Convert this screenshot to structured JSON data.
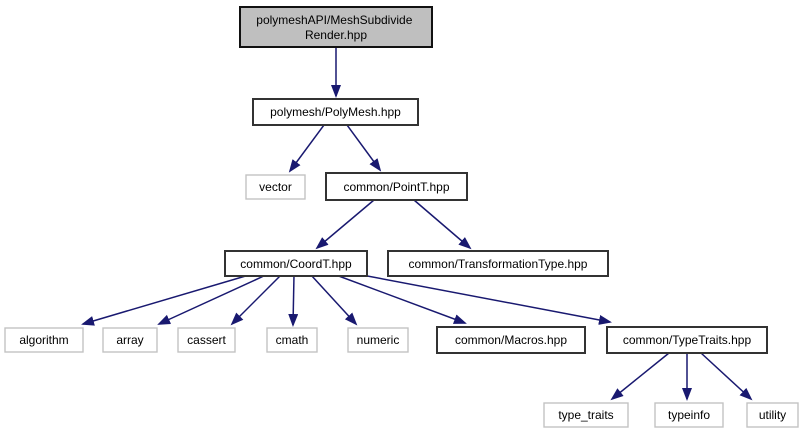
{
  "diagram": {
    "type": "include-dependency-graph",
    "colors": {
      "arrow": "#191970",
      "main_fill": "#bfbfbf",
      "main_border": "#111111",
      "dark_border": "#333333",
      "light_border": "#c3c3c3",
      "node_fill": "#ffffff",
      "page_bg": "#ffffff",
      "text": "#000000"
    },
    "nodes": [
      {
        "id": "main",
        "label": "polymeshAPI/MeshSubdivideRender.hpp",
        "label_lines": [
          "polymeshAPI/MeshSubdivide",
          "Render.hpp"
        ],
        "type": "main"
      },
      {
        "id": "polymesh",
        "label": "polymesh/PolyMesh.hpp",
        "type": "internal"
      },
      {
        "id": "vector",
        "label": "vector",
        "type": "system"
      },
      {
        "id": "pointt",
        "label": "common/PointT.hpp",
        "type": "internal"
      },
      {
        "id": "coordt",
        "label": "common/CoordT.hpp",
        "type": "internal"
      },
      {
        "id": "transformationtype",
        "label": "common/TransformationType.hpp",
        "type": "internal"
      },
      {
        "id": "algorithm",
        "label": "algorithm",
        "type": "system"
      },
      {
        "id": "array",
        "label": "array",
        "type": "system"
      },
      {
        "id": "cassert",
        "label": "cassert",
        "type": "system"
      },
      {
        "id": "cmath",
        "label": "cmath",
        "type": "system"
      },
      {
        "id": "numeric",
        "label": "numeric",
        "type": "system"
      },
      {
        "id": "macros",
        "label": "common/Macros.hpp",
        "type": "internal"
      },
      {
        "id": "typetraits",
        "label": "common/TypeTraits.hpp",
        "type": "internal"
      },
      {
        "id": "type_traits",
        "label": "type_traits",
        "type": "system"
      },
      {
        "id": "typeinfo",
        "label": "typeinfo",
        "type": "system"
      },
      {
        "id": "utility",
        "label": "utility",
        "type": "system"
      }
    ],
    "edges": [
      {
        "from": "polymeshAPI/MeshSubdivideRender.hpp",
        "to": "polymesh/PolyMesh.hpp"
      },
      {
        "from": "polymesh/PolyMesh.hpp",
        "to": "vector"
      },
      {
        "from": "polymesh/PolyMesh.hpp",
        "to": "common/PointT.hpp"
      },
      {
        "from": "common/PointT.hpp",
        "to": "common/CoordT.hpp"
      },
      {
        "from": "common/PointT.hpp",
        "to": "common/TransformationType.hpp"
      },
      {
        "from": "common/CoordT.hpp",
        "to": "algorithm"
      },
      {
        "from": "common/CoordT.hpp",
        "to": "array"
      },
      {
        "from": "common/CoordT.hpp",
        "to": "cassert"
      },
      {
        "from": "common/CoordT.hpp",
        "to": "cmath"
      },
      {
        "from": "common/CoordT.hpp",
        "to": "numeric"
      },
      {
        "from": "common/CoordT.hpp",
        "to": "common/Macros.hpp"
      },
      {
        "from": "common/CoordT.hpp",
        "to": "common/TypeTraits.hpp"
      },
      {
        "from": "common/TypeTraits.hpp",
        "to": "type_traits"
      },
      {
        "from": "common/TypeTraits.hpp",
        "to": "typeinfo"
      },
      {
        "from": "common/TypeTraits.hpp",
        "to": "utility"
      }
    ]
  }
}
